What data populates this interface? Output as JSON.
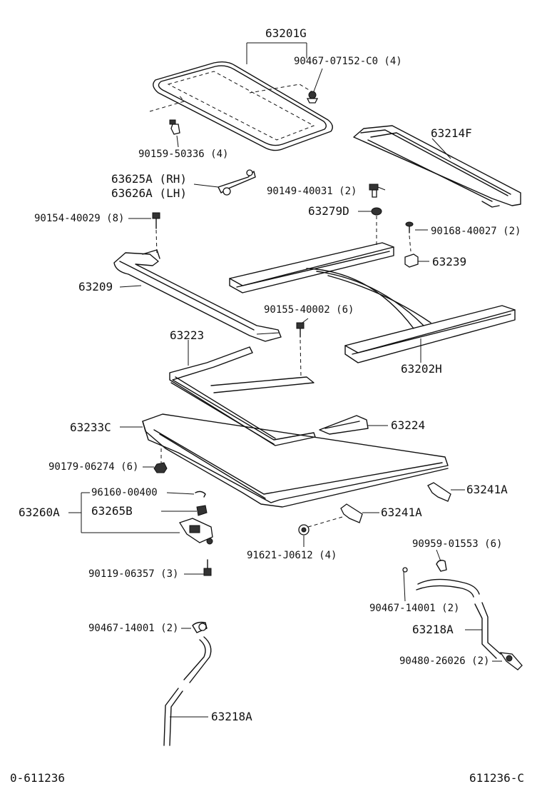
{
  "diagram": {
    "parts": {
      "glass": "63201G",
      "glass_screw": "90467-07152-C0 (4)",
      "glass_bolt": "90159-50336 (4)",
      "bracket_rh": "63625A (RH)",
      "bracket_lh": "63626A (LH)",
      "rail_right_upper": "63214F",
      "bolt_40031": "90149-40031 (2)",
      "washer": "63279D",
      "screw_40027": "90168-40027 (2)",
      "block": "63239",
      "bolt_40029": "90154-40029 (8)",
      "deflector": "63209",
      "bolt_40002": "90155-40002 (6)",
      "drive_frame": "63202H",
      "cable": "63223",
      "housing": "63233C",
      "guide": "63224",
      "nut_06274": "90179-06274 (6)",
      "bracket_a1": "63241A",
      "bracket_a2": "63241A",
      "clip_00400": "96160-00400",
      "motor_assy": "63260A",
      "gear": "63265B",
      "clip_j0612": "91621-J0612 (4)",
      "bolt_06357": "90119-06357 (3)",
      "clip_01553": "90959-01553 (6)",
      "clip_14001_right": "90467-14001 (2)",
      "drain_hose_right": "63218A",
      "clamp_26026": "90480-26026 (2)",
      "clip_14001_left": "90467-14001 (2)",
      "drain_hose_left": "63218A"
    },
    "footer": {
      "left_code": "0-611236",
      "right_code": "611236-C"
    }
  }
}
